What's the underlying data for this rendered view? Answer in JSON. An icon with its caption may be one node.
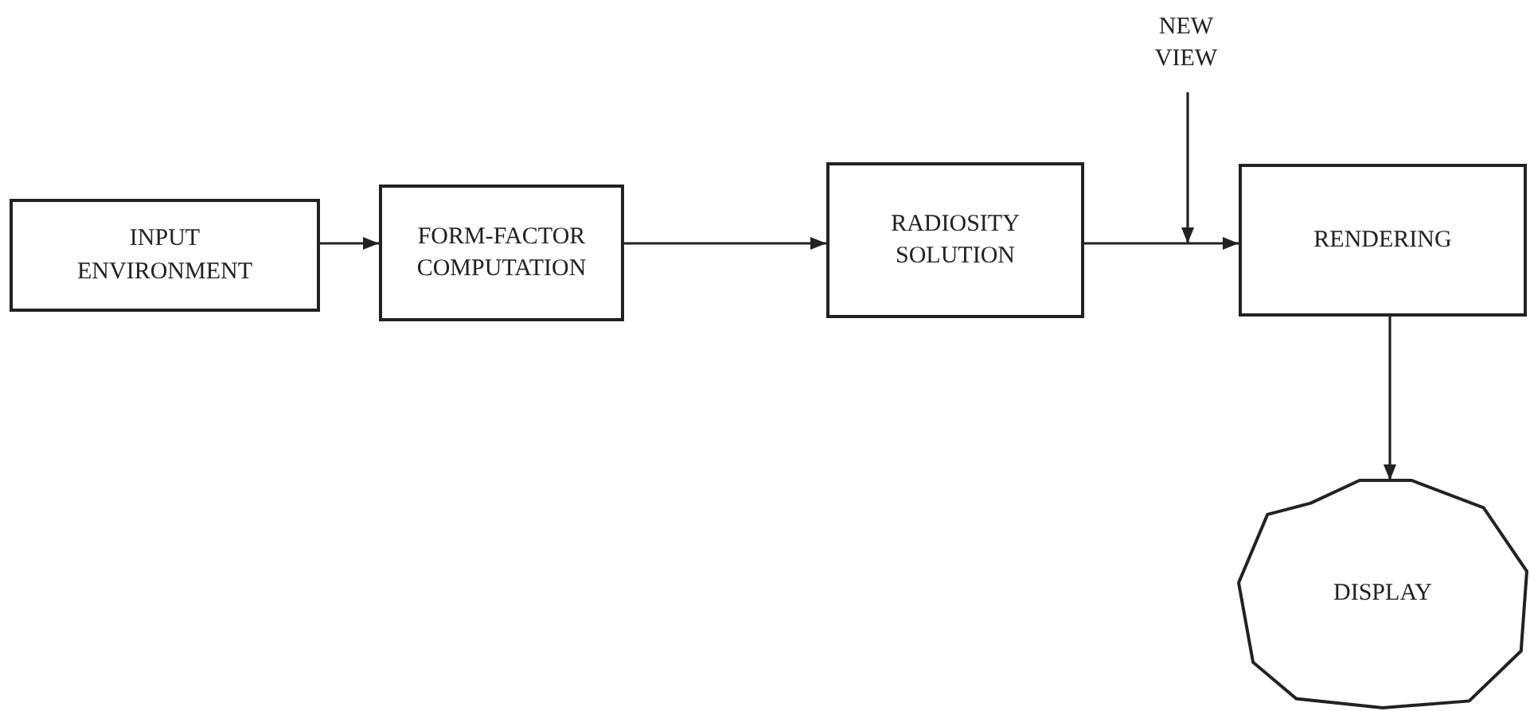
{
  "diagram": {
    "nodes": [
      {
        "text": [
          "INPUT ENVIRONMENT"
        ]
      },
      {
        "text": [
          "FORM-FACTOR COMPUTATION"
        ]
      },
      {
        "text": [
          "RADIOSITY SOLUTION"
        ]
      },
      {
        "text": [
          "RENDERING"
        ]
      },
      {
        "text": [
          "DISPLAY"
        ]
      },
      {
        "text": [
          "NEW VIEW"
        ]
      }
    ],
    "edges": [
      {
        "from": 0,
        "to": 1,
        "arrow": "to"
      },
      {
        "from": 1,
        "to": 2,
        "arrow": "to"
      },
      {
        "from": 2,
        "to": 3,
        "arrow": "to"
      },
      {
        "from": 3,
        "to": 4,
        "arrow": "to"
      },
      {
        "from": 5,
        "to": null,
        "arrow": "to"
      }
    ]
  }
}
